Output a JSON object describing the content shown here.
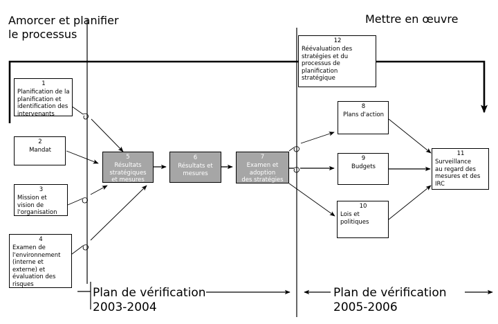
{
  "diagram": {
    "type": "flowchart",
    "title_left": "Amorcer et planifier\nle processus",
    "title_right": "Mettre en œuvre",
    "colors": {
      "shaded_node_fill": "#a6a6a6",
      "shaded_node_text": "#ffffff",
      "plain_node_fill": "#ffffff",
      "stroke": "#000000",
      "background": "#ffffff"
    },
    "nodes": [
      {
        "id": "n1",
        "num": "1",
        "label": "Planification de la\nplanification et\nidentification des\nintervenants",
        "shaded": false
      },
      {
        "id": "n2",
        "num": "2",
        "label": "Mandat",
        "shaded": false
      },
      {
        "id": "n3",
        "num": "3",
        "label": "Mission et\nvision de\nl'organisation",
        "shaded": false
      },
      {
        "id": "n4",
        "num": "4",
        "label": "Examen de\nl'environnement\n(interne et\nexterne) et\névaluation des\nrisques",
        "shaded": false
      },
      {
        "id": "n5",
        "num": "5",
        "label": "Résultats\nstratégiques\net mesures",
        "shaded": true
      },
      {
        "id": "n6",
        "num": "6",
        "label": "Résultats et\nmesures",
        "shaded": true
      },
      {
        "id": "n7",
        "num": "7",
        "label": "Examen et\nadoption\ndes stratégies",
        "shaded": true
      },
      {
        "id": "n8",
        "num": "8",
        "label": "Plans d'action",
        "shaded": false
      },
      {
        "id": "n9",
        "num": "9",
        "label": "Budgets",
        "shaded": false
      },
      {
        "id": "n10",
        "num": "10",
        "label": "Lois et\npolitiques",
        "shaded": false
      },
      {
        "id": "n11",
        "num": "11",
        "label": "Surveillance\nau regard des\nmesures et des\nIRC",
        "shaded": false
      },
      {
        "id": "n12",
        "num": "12",
        "label": "Réévaluation des\nstratégies et du\nprocessus de\nplanification\nstratégique",
        "shaded": false
      }
    ],
    "timeline": {
      "left_label": "Plan de vérification\n2003-2004",
      "right_label": "Plan de vérification\n2005-2006"
    }
  }
}
